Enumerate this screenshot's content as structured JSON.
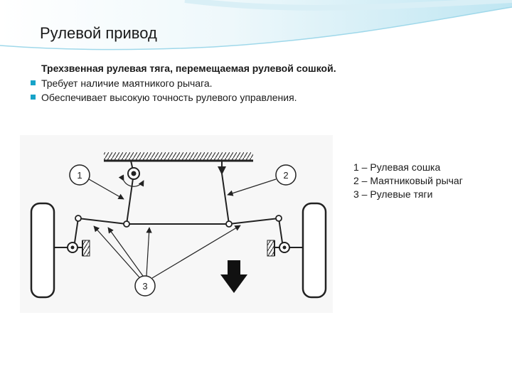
{
  "slide": {
    "title": "Рулевой привод",
    "subtitle": "Трехзвенная рулевая тяга, перемещаемая рулевой сошкой.",
    "bullets": [
      "Требует наличие маятникого рычага.",
      "Обеспечивает высокую точность рулевого управления."
    ]
  },
  "diagram": {
    "callouts": [
      "1",
      "2",
      "3"
    ]
  },
  "legend": [
    {
      "num": "1",
      "text": " – Рулевая сошка"
    },
    {
      "num": "2",
      "text": " – Маятниковый рычаг"
    },
    {
      "num": "3",
      "text": " – Рулевые тяги"
    }
  ],
  "colors": {
    "accent": "#17a3c8",
    "band_light": "#dff2f8",
    "band_mid": "#8fd1e6"
  }
}
